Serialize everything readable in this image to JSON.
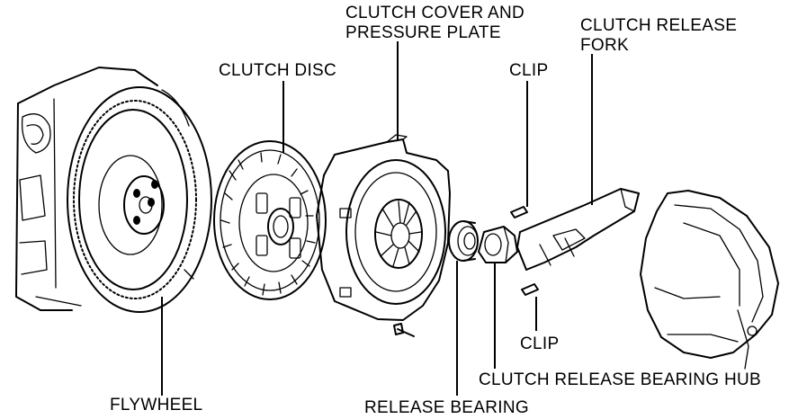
{
  "labels": {
    "clutch_cover_line1": "CLUTCH COVER AND",
    "clutch_cover_line2": "PRESSURE PLATE",
    "release_fork_line1": "CLUTCH RELEASE",
    "release_fork_line2": "FORK",
    "clutch_disc": "CLUTCH DISC",
    "clip_top": "CLIP",
    "clip_bottom": "CLIP",
    "bearing_hub": "CLUTCH RELEASE BEARING HUB",
    "flywheel": "FLYWHEEL",
    "release_bearing": "RELEASE BEARING"
  }
}
